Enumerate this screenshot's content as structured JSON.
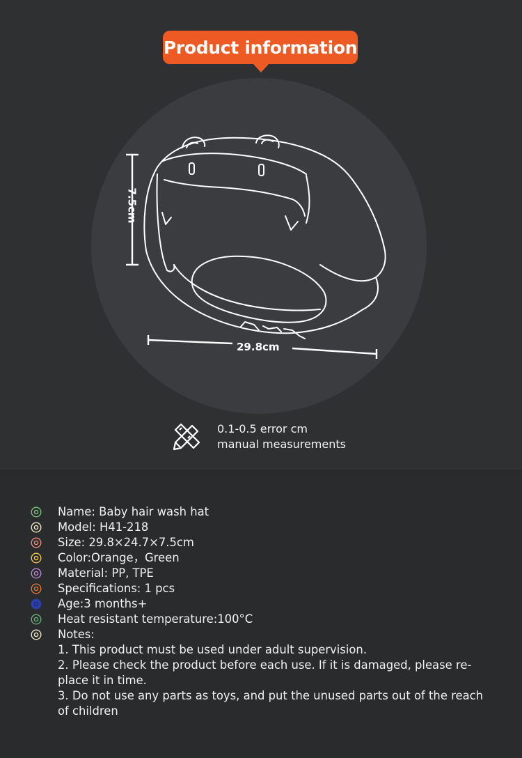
{
  "header": {
    "title": "Product information"
  },
  "dimensions": {
    "width": "29.8cm",
    "height": "7.5cm"
  },
  "measurement_note": {
    "line1": "0.1-0.5 error cm",
    "line2": "manual measurements"
  },
  "specs": [
    {
      "text": "Name: Baby hair wash hat",
      "color": "#7cc07a",
      "filled": false
    },
    {
      "text": "Model: H41-218",
      "color": "#f0e6c8",
      "filled": false
    },
    {
      "text": "Size: 29.8×24.7×7.5cm",
      "color": "#f08a7a",
      "filled": false
    },
    {
      "text": "Color:Orange，Green",
      "color": "#f3c64f",
      "filled": false
    },
    {
      "text": "Material: PP, TPE",
      "color": "#b88ad0",
      "filled": false
    },
    {
      "text": "Specifications: 1 pcs",
      "color": "#e07a3a",
      "filled": false
    },
    {
      "text": "Age:3 months+",
      "color": "#2b3fa8",
      "filled": true
    },
    {
      "text": "Heat resistant temperature:100°C",
      "color": "#6ab07a",
      "filled": false
    },
    {
      "text": "Notes:",
      "color": "#f0e6c8",
      "filled": false
    }
  ],
  "notes": [
    "1. This product must be used under adult supervision.",
    "2. Please check the product before each use. If it is damaged, please re-",
    "place it in time.",
    "3. Do not use any parts as toys, and put the unused parts out of the reach",
    "of children"
  ]
}
